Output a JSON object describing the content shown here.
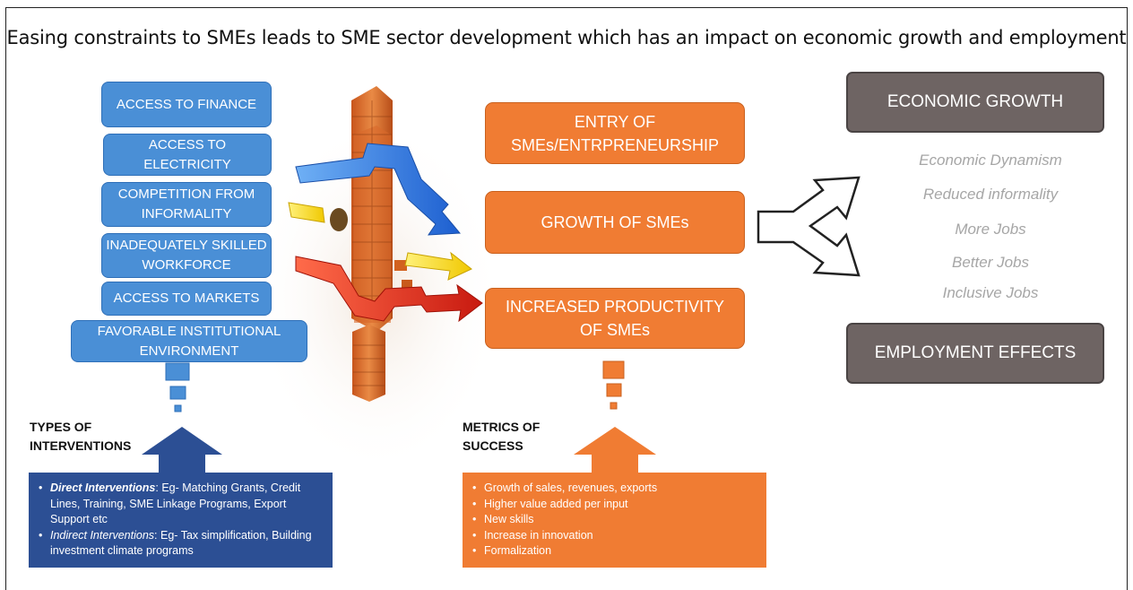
{
  "title": "Easing constraints to SMEs leads to SME sector development which has an impact on economic growth and employment",
  "constraints": [
    "ACCESS TO FINANCE",
    "ACCESS TO ELECTRICITY",
    "COMPETITION FROM INFORMALITY",
    "INADEQUATELY SKILLED WORKFORCE",
    "ACCESS TO MARKETS",
    "FAVORABLE INSTITUTIONAL ENVIRONMENT"
  ],
  "sme_outcomes": [
    "ENTRY OF SMEs/ENTRPRENEURSHIP",
    "GROWTH OF SMEs",
    "INCREASED PRODUCTIVITY OF SMEs"
  ],
  "impacts": {
    "top": "ECONOMIC GROWTH",
    "bottom": "EMPLOYMENT EFFECTS",
    "items": [
      "Economic Dynamism",
      "Reduced informality",
      "More Jobs",
      "Better Jobs",
      "Inclusive Jobs"
    ]
  },
  "interventions": {
    "heading_line1": "TYPES OF",
    "heading_line2": "INTERVENTIONS",
    "items": [
      {
        "label": "Direct Interventions",
        "text": ": Eg- Matching Grants, Credit Lines, Training, SME Linkage Programs, Export Support etc"
      },
      {
        "label": "Indirect Interventions",
        "text": ": Eg- Tax simplification, Building investment climate programs"
      }
    ]
  },
  "metrics": {
    "heading_line1": "METRICS OF",
    "heading_line2": "SUCCESS",
    "items": [
      "Growth of sales, revenues, exports",
      "Higher value added per input",
      "New skills",
      "Increase in innovation",
      "Formalization"
    ]
  },
  "colors": {
    "constraint_blue": "#4a8fd6",
    "outcome_orange": "#f07c33",
    "impact_gray": "#6e6463",
    "intervention_navy": "#2c4f94"
  }
}
